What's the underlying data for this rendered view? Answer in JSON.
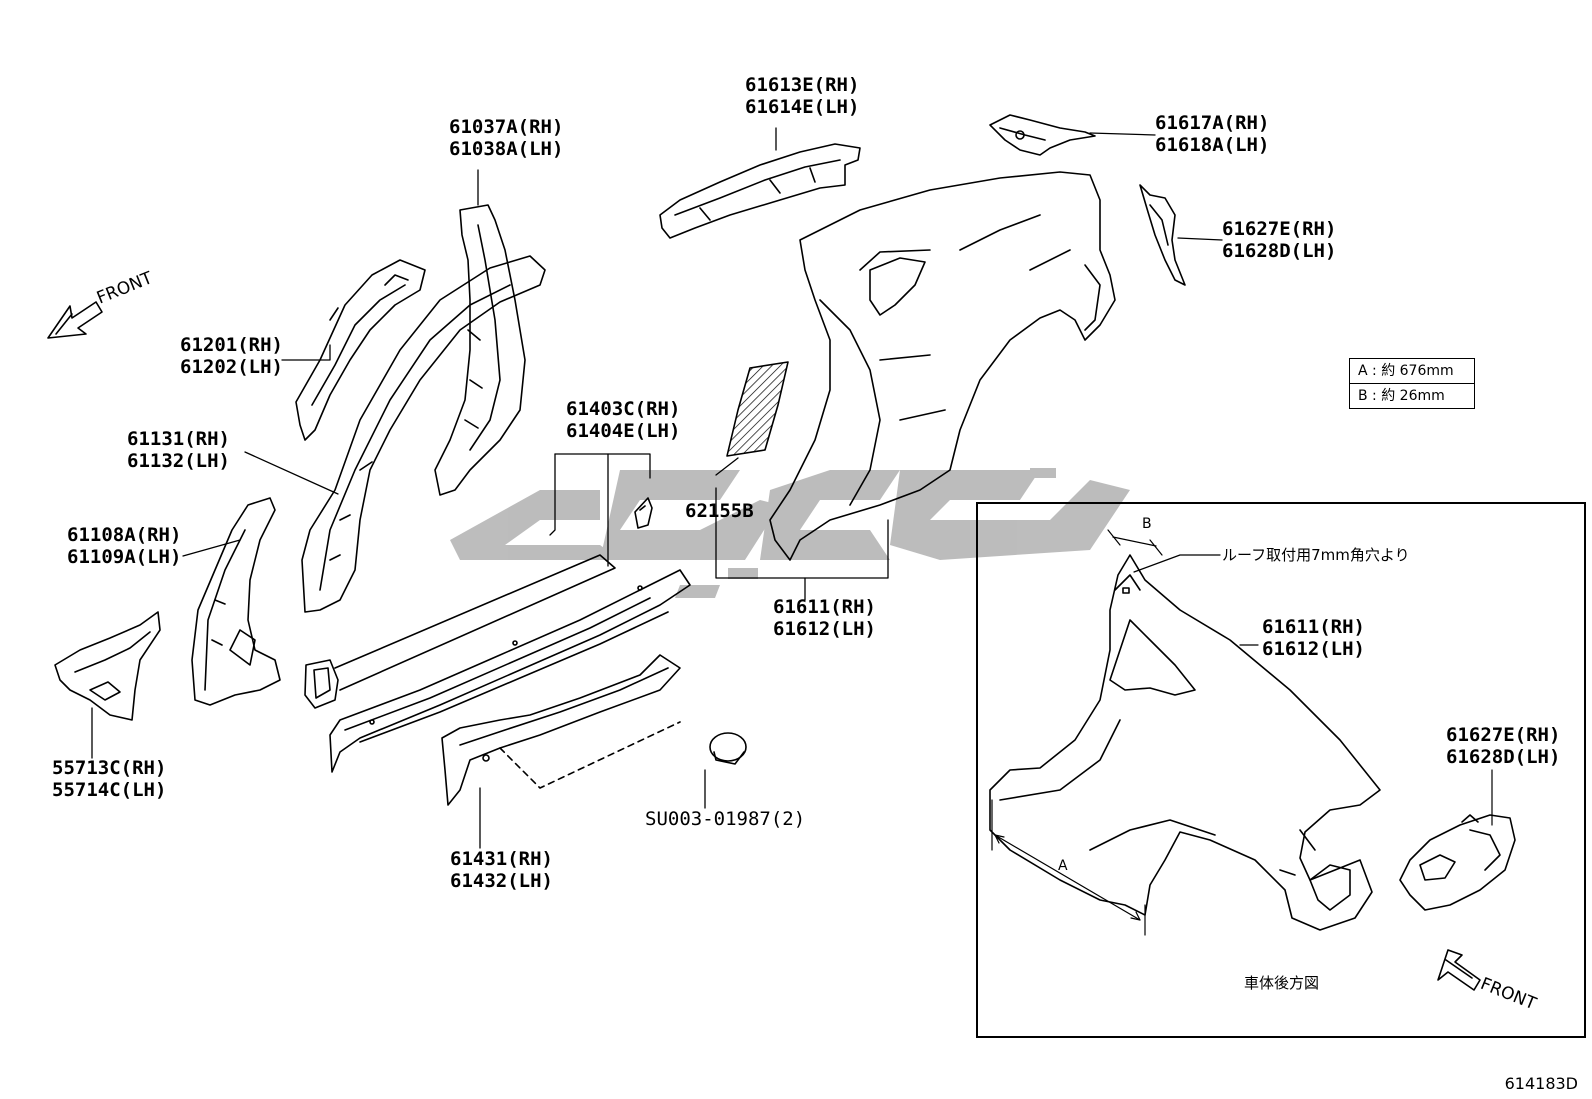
{
  "parts": {
    "p61037": {
      "rh": "61037A(RH)",
      "lh": "61038A(LH)"
    },
    "p61613": {
      "rh": "61613E(RH)",
      "lh": "61614E(LH)"
    },
    "p61617": {
      "rh": "61617A(RH)",
      "lh": "61618A(LH)"
    },
    "p61627": {
      "rh": "61627E(RH)",
      "lh": "61628D(LH)"
    },
    "p61201": {
      "rh": "61201(RH)",
      "lh": "61202(LH)"
    },
    "p61131": {
      "rh": "61131(RH)",
      "lh": "61132(LH)"
    },
    "p61403": {
      "rh": "61403C(RH)",
      "lh": "61404E(LH)"
    },
    "p62155": {
      "code": "62155B"
    },
    "p61108": {
      "rh": "61108A(RH)",
      "lh": "61109A(LH)"
    },
    "p61611": {
      "rh": "61611(RH)",
      "lh": "61612(LH)"
    },
    "p55713": {
      "rh": "55713C(RH)",
      "lh": "55714C(LH)"
    },
    "p61431": {
      "rh": "61431(RH)",
      "lh": "61432(LH)"
    },
    "su003": {
      "code": "SU003-01987(2)"
    }
  },
  "dimensions": {
    "a": "A : 約 676mm",
    "b": "B : 約 26mm"
  },
  "front_label": "FRONT",
  "inset": {
    "b_marker": "B",
    "a_marker": "A",
    "roof_note": "ルーフ取付用7mm角穴より",
    "p61611": {
      "rh": "61611(RH)",
      "lh": "61612(LH)"
    },
    "p61627": {
      "rh": "61627E(RH)",
      "lh": "61628D(LH)"
    },
    "caption": "車体後方図",
    "front_label": "FRONT"
  },
  "catalog_number": "614183D",
  "colors": {
    "line": "#000000",
    "watermark": "#b9b9b9",
    "background": "#ffffff"
  }
}
